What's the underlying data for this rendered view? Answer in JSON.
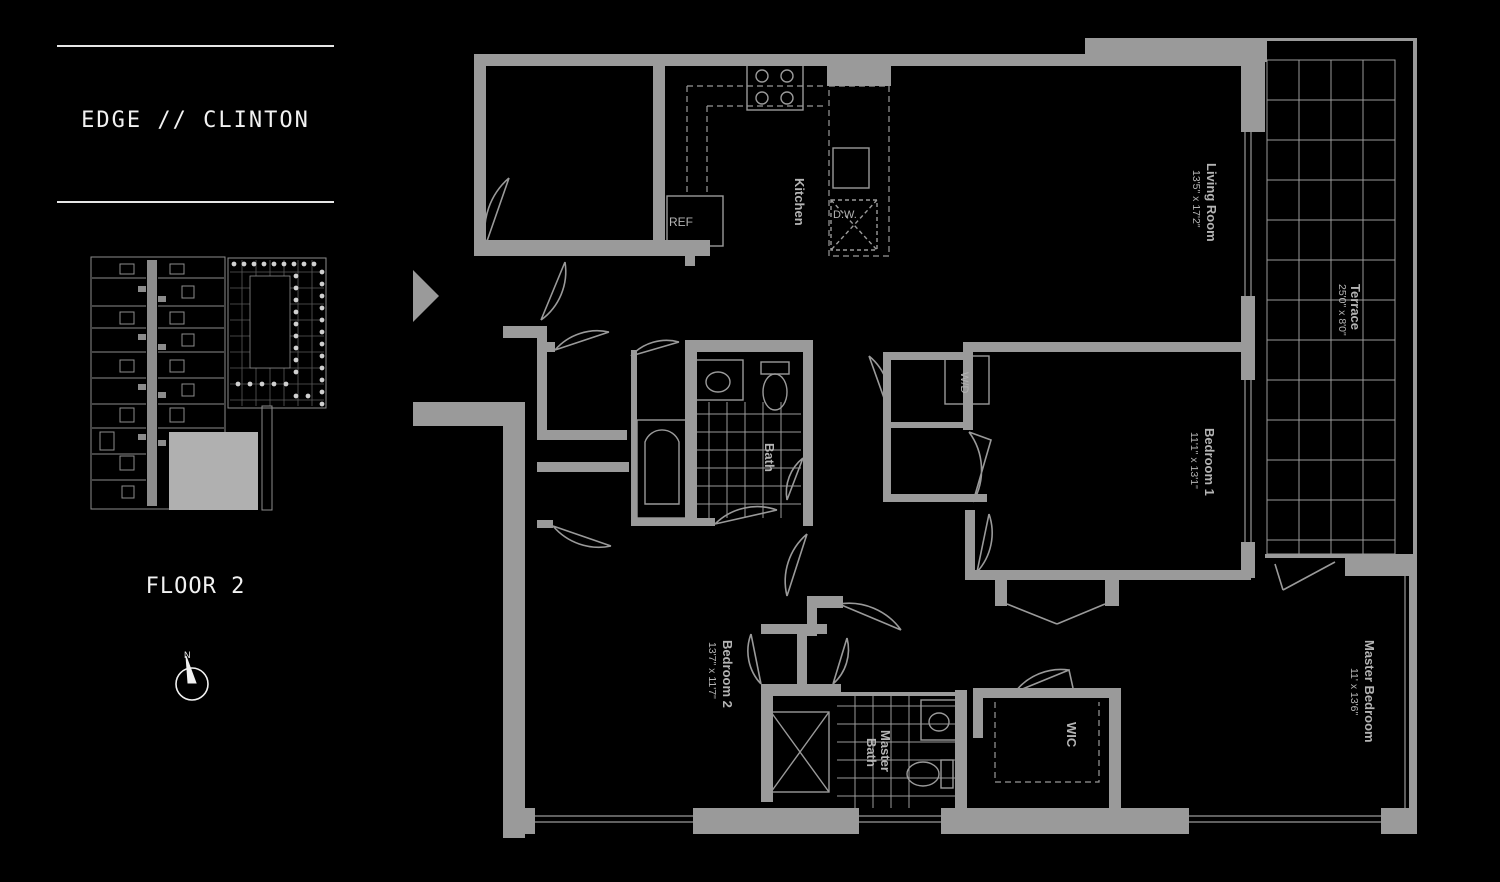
{
  "header": {
    "title": "EDGE // CLINTON"
  },
  "sidebar": {
    "floor_label": "FLOOR 2",
    "compass_letter": "N"
  },
  "colors": {
    "background": "#000000",
    "wall": "#9a9a9a",
    "label": "#b4b4b4",
    "text": "#f2f2f2"
  },
  "icons": [
    "compass-icon",
    "entry-arrow-icon",
    "sink-icon",
    "toilet-icon",
    "tub-icon",
    "shower-icon",
    "stove-icon"
  ],
  "plan": {
    "rooms": {
      "living": {
        "name": "Living Room",
        "dims": "13'5\" x 17'2\""
      },
      "kitchen": {
        "name": "Kitchen"
      },
      "terrace": {
        "name": "Terrace",
        "dims": "25'0\" x 8'0\""
      },
      "bedroom1": {
        "name": "Bedroom 1",
        "dims": "11'1\" x 13'1\""
      },
      "bath": {
        "name": "Bath"
      },
      "bedroom2": {
        "name": "Bedroom 2",
        "dims": "13'7\" x 11'7\""
      },
      "master_bath": {
        "name_line1": "Master",
        "name_line2": "Bath"
      },
      "wic": {
        "name": "WIC"
      },
      "master_bedroom": {
        "name": "Master Bedroom",
        "dims": "11' x 13'6\""
      }
    },
    "fixtures": {
      "ref": "REF",
      "dw": "D.W.",
      "wd": "W/D"
    }
  }
}
